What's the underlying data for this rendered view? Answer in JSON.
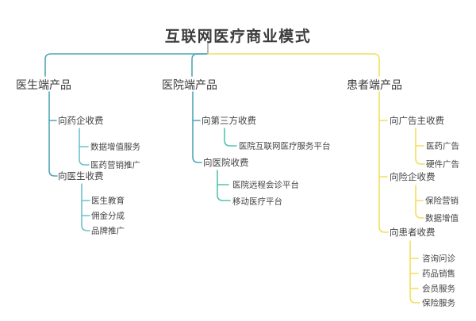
{
  "title": "互联网医疗商业模式",
  "colors": {
    "teal": "#4FA6B5",
    "teal_light": "#6FC0CD",
    "green": "#53C3B1",
    "yellow": "#F1DF5D",
    "gray": "#A5A5A5"
  },
  "branches": [
    {
      "label": "医生端产品",
      "children": [
        {
          "label": "向药企收费",
          "children": [
            {
              "label": "数据增值服务"
            },
            {
              "label": "医药营销推广"
            }
          ]
        },
        {
          "label": "向医生收费",
          "children": [
            {
              "label": "医生教育"
            },
            {
              "label": "佣金分成"
            },
            {
              "label": "品牌推广"
            }
          ]
        }
      ]
    },
    {
      "label": "医院端产品",
      "children": [
        {
          "label": "向第三方收费",
          "children": [
            {
              "label": "医院互联网医疗服务平台"
            }
          ]
        },
        {
          "label": "向医院收费",
          "children": [
            {
              "label": "医院远程会诊平台"
            },
            {
              "label": "移动医疗平台"
            }
          ]
        }
      ]
    },
    {
      "label": "患者端产品",
      "children": [
        {
          "label": "向广告主收费",
          "children": [
            {
              "label": "医药广告"
            },
            {
              "label": "硬件广告"
            }
          ]
        },
        {
          "label": "向险企收费",
          "children": [
            {
              "label": "保险营销"
            },
            {
              "label": "数据增值"
            }
          ]
        },
        {
          "label": "向患者收费",
          "children": [
            {
              "label": "咨询问诊"
            },
            {
              "label": "药品销售"
            },
            {
              "label": "会员服务"
            },
            {
              "label": "保险服务"
            }
          ]
        }
      ]
    }
  ]
}
